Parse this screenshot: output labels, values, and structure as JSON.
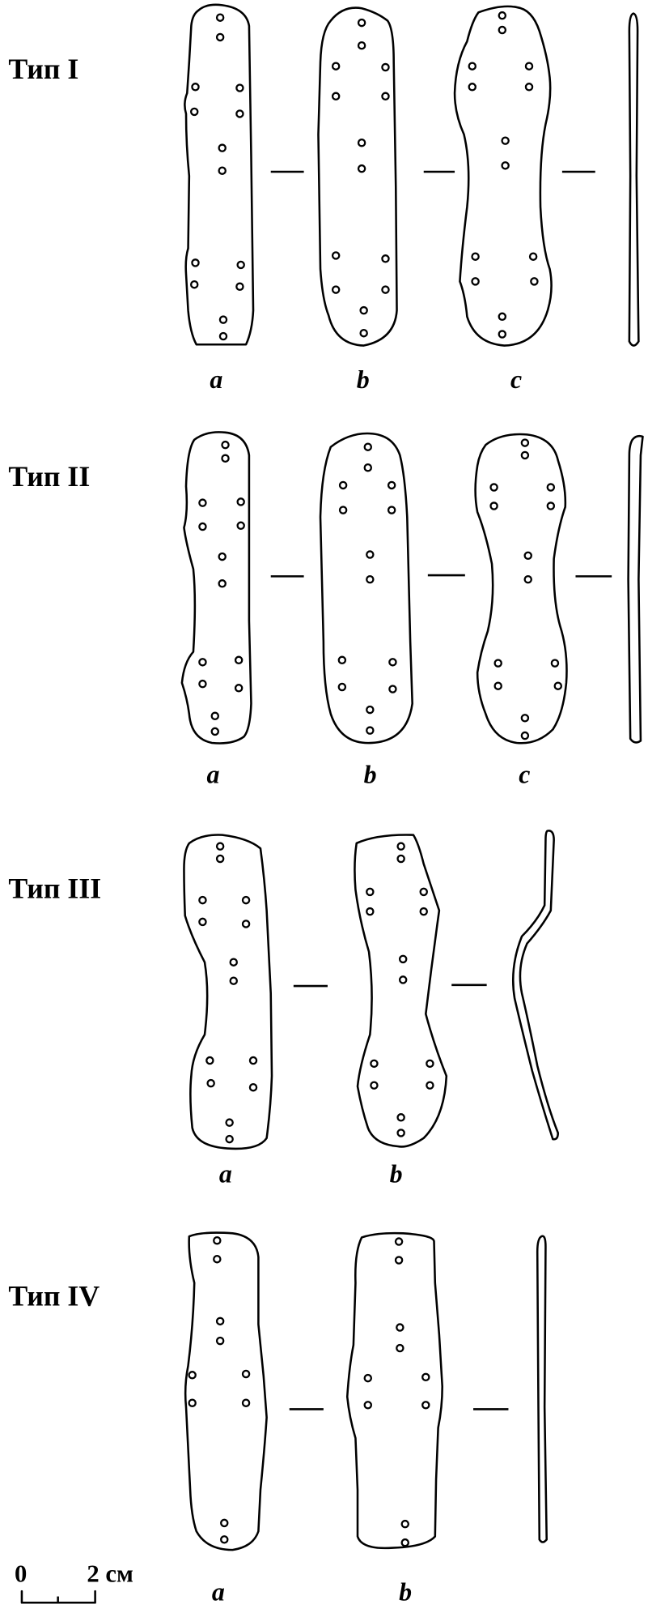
{
  "types": [
    {
      "label": "Тип I",
      "views": [
        "a",
        "b",
        "c"
      ]
    },
    {
      "label": "Тип II",
      "views": [
        "a",
        "b",
        "c"
      ]
    },
    {
      "label": "Тип III",
      "views": [
        "a",
        "b"
      ]
    },
    {
      "label": "Тип IV",
      "views": [
        "a",
        "b"
      ]
    }
  ],
  "scale_bar": {
    "zero": "0",
    "length": "2 см"
  }
}
